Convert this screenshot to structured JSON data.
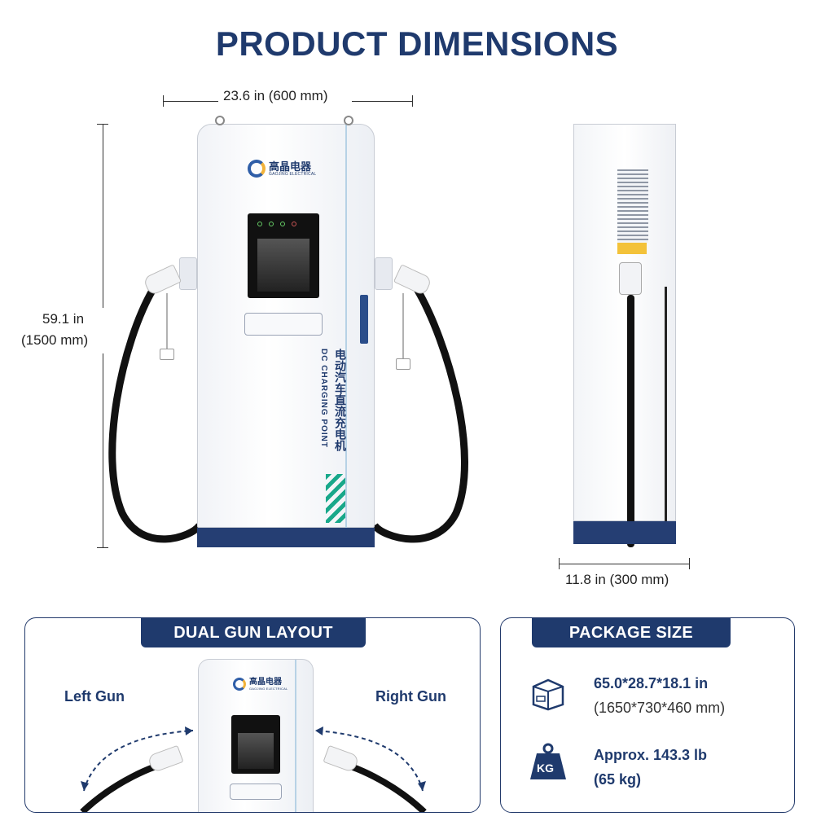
{
  "header": {
    "title": "PRODUCT DIMENSIONS"
  },
  "dimensions": {
    "width": "23.6 in (600 mm)",
    "height_in": "59.1 in",
    "height_mm": "(1500 mm)",
    "depth": "11.8 in (300 mm)"
  },
  "charger": {
    "brand_cn": "高晶电器",
    "brand_en": "GAOJING ELECTRICAL",
    "vertical_cn": "电动汽车直流充电机",
    "vertical_en": "DC CHARGING POINT"
  },
  "dual_gun": {
    "heading": "DUAL GUN LAYOUT",
    "left_label": "Left Gun",
    "right_label": "Right Gun"
  },
  "package": {
    "heading": "PACKAGE SIZE",
    "size_in": "65.0*28.7*18.1 in",
    "size_mm": "(1650*730*460 mm)",
    "weight_lb": "Approx. 143.3 lb",
    "weight_kg": "(65 kg)",
    "kg_icon_text": "KG",
    "icons": [
      "box-icon",
      "weight-icon"
    ]
  },
  "colors": {
    "navy": "#1f3a6d",
    "accent_green": "#18a88a",
    "cable": "#111111"
  }
}
